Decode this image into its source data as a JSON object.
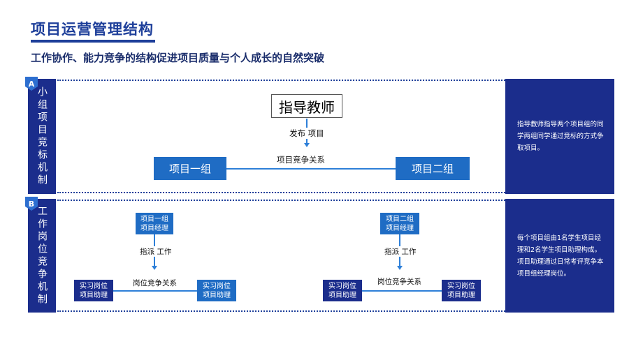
{
  "title": "项目运营管理结构",
  "subtitle": "工作协作、能力竞争的结构促进项目质量与个人成长的自然突破",
  "section_a": {
    "badge": "A",
    "side_label": "小组项目竞标机制",
    "teacher": "指导教师",
    "publish_label": "发布 项目",
    "competition_label": "项目竞争关系",
    "group1": "项目一组",
    "group2": "项目二组",
    "description": "指导教师指导两个项目组的同学两组同学通过竞标的方式争取项目。"
  },
  "section_b": {
    "badge": "B",
    "side_label": "工作岗位竞争机制",
    "left": {
      "manager": "项目一组\n项目经理",
      "assign_label": "指派 工作",
      "competition_label": "岗位竞争关系",
      "assistant_a": "实习岗位\n项目助理",
      "assistant_b": "实习岗位\n项目助理"
    },
    "right": {
      "manager": "项目二组\n项目经理",
      "assign_label": "指派 工作",
      "competition_label": "岗位竞争关系",
      "assistant_a": "实习岗位\n项目助理",
      "assistant_b": "实习岗位\n项目助理"
    },
    "description_line1": "每个项目组由1名学生项目经理和2名学生项目助理构成。",
    "description_line2": "项目助理通过日常考评竞争本项目组经理岗位。"
  }
}
